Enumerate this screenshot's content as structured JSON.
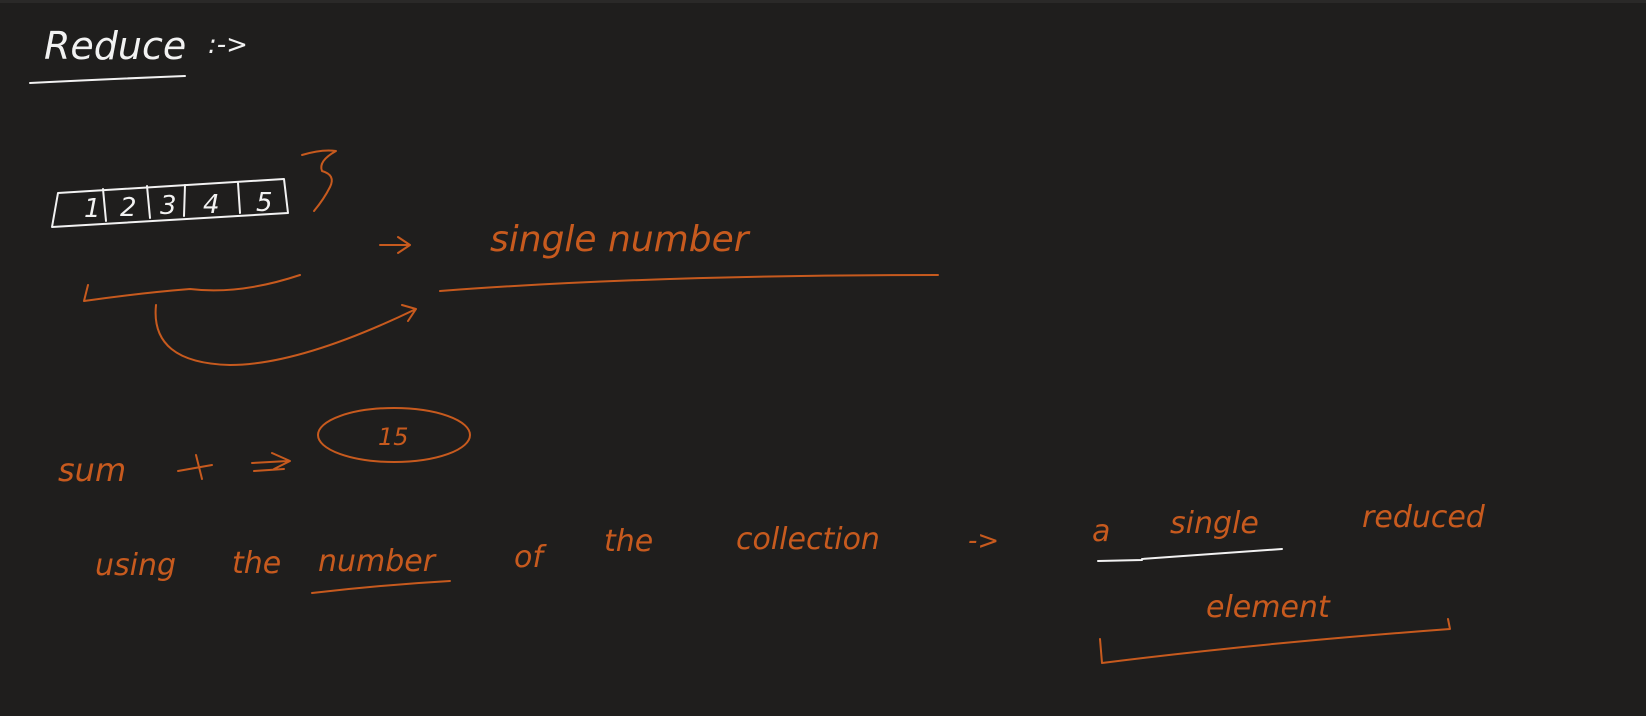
{
  "colors": {
    "background": "#1f1e1d",
    "chalk": "#f2f2f2",
    "ink": "#c75a1e"
  },
  "heading": {
    "title": "Reduce",
    "arrow": ":->"
  },
  "array": {
    "cells": [
      "1",
      "2",
      "3",
      "4",
      "5"
    ]
  },
  "result_label": "single number",
  "sum_label": "sum",
  "sum_result": "15",
  "explanation": {
    "words": [
      "using",
      "the",
      "number",
      "of",
      "the",
      "collection"
    ],
    "arrow": "->",
    "result_words": [
      "a",
      "single",
      "reduced"
    ],
    "result_line2": "element"
  }
}
